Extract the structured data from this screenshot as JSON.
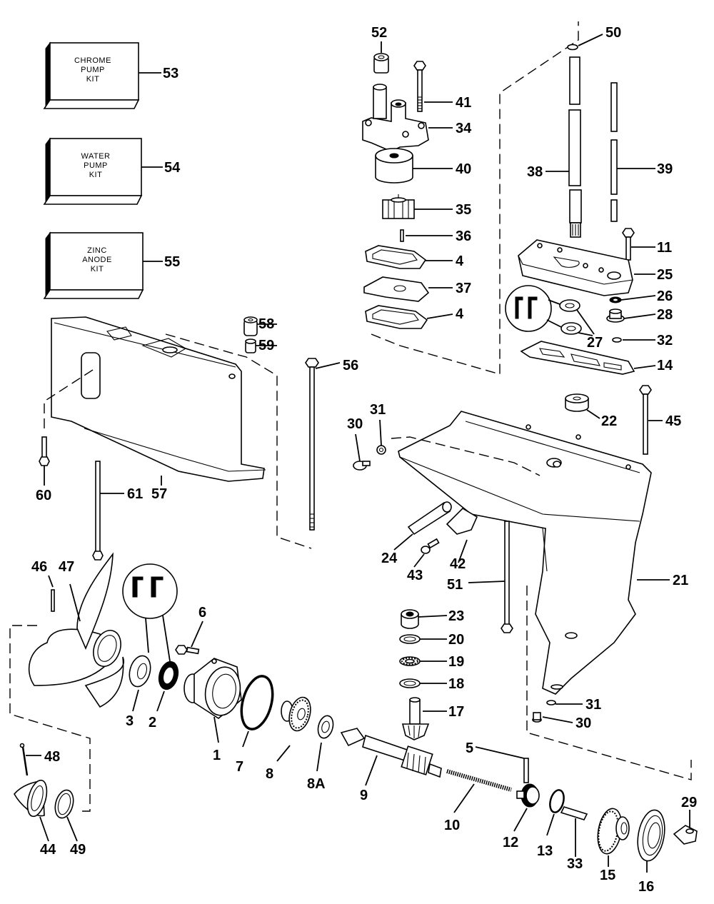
{
  "diagram": {
    "title": "Gearcase exploded parts diagram",
    "kits": [
      {
        "lines": [
          "CHROME",
          "PUMP",
          "KIT"
        ],
        "ref": "53"
      },
      {
        "lines": [
          "WATER",
          "PUMP",
          "KIT"
        ],
        "ref": "54"
      },
      {
        "lines": [
          "ZINC",
          "ANODE",
          "KIT"
        ],
        "ref": "55"
      }
    ],
    "callouts": {
      "c52": "52",
      "c50": "50",
      "c41": "41",
      "c34": "34",
      "c40": "40",
      "c35": "35",
      "c36": "36",
      "c4a": "4",
      "c37": "37",
      "c4b": "4",
      "c38": "38",
      "c39": "39",
      "c11": "11",
      "c25": "25",
      "c26": "26",
      "c28": "28",
      "c27": "27",
      "c32": "32",
      "c14": "14",
      "c58": "58",
      "c59": "59",
      "c56": "56",
      "c60": "60",
      "c61": "61",
      "c57": "57",
      "c22": "22",
      "c45": "45",
      "c31a": "31",
      "c30a": "30",
      "c24": "24",
      "c43": "43",
      "c42": "42",
      "c51": "51",
      "c21": "21",
      "c46": "46",
      "c47": "47",
      "c6": "6",
      "c3": "3",
      "c2": "2",
      "c1": "1",
      "c7": "7",
      "c8": "8",
      "c8a": "8A",
      "c23": "23",
      "c20": "20",
      "c19": "19",
      "c18": "18",
      "c17": "17",
      "c31b": "31",
      "c30b": "30",
      "c48": "48",
      "c44": "44",
      "c49": "49",
      "c5": "5",
      "c9": "9",
      "c10": "10",
      "c12": "12",
      "c13": "13",
      "c33": "33",
      "c15": "15",
      "c16": "16",
      "c29": "29"
    }
  }
}
